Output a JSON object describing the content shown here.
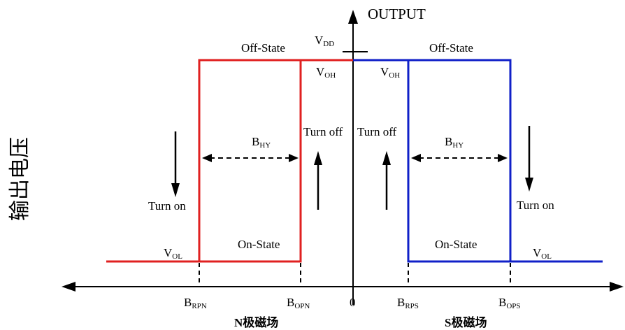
{
  "diagram": {
    "y_axis_label": "OUTPUT",
    "vertical_caption": "输出电压",
    "origin_label": "0",
    "vdd": {
      "main": "V",
      "sub": "DD"
    },
    "states": {
      "off_left": "Off-State",
      "off_right": "Off-State",
      "on_left": "On-State",
      "on_right": "On-State"
    },
    "voh_left": {
      "main": "V",
      "sub": "OH"
    },
    "voh_right": {
      "main": "V",
      "sub": "OH"
    },
    "vol_left": {
      "main": "V",
      "sub": "OL"
    },
    "vol_right": {
      "main": "V",
      "sub": "OL"
    },
    "bhy_left": {
      "main": "B",
      "sub": "HY"
    },
    "bhy_right": {
      "main": "B",
      "sub": "HY"
    },
    "turn_off_left": "Turn off",
    "turn_off_right": "Turn off",
    "turn_on_left": "Turn on",
    "turn_on_right": "Turn on",
    "x_ticks": {
      "brpn": {
        "main": "B",
        "sub": "RPN"
      },
      "bopn": {
        "main": "B",
        "sub": "OPN"
      },
      "brps": {
        "main": "B",
        "sub": "RPS"
      },
      "bops": {
        "main": "B",
        "sub": "OPS"
      }
    },
    "n_pole_label": "N极磁场",
    "s_pole_label": "S极磁场",
    "colors": {
      "n_curve": "#e02020",
      "s_curve": "#1020c8",
      "axis": "#000000"
    }
  }
}
